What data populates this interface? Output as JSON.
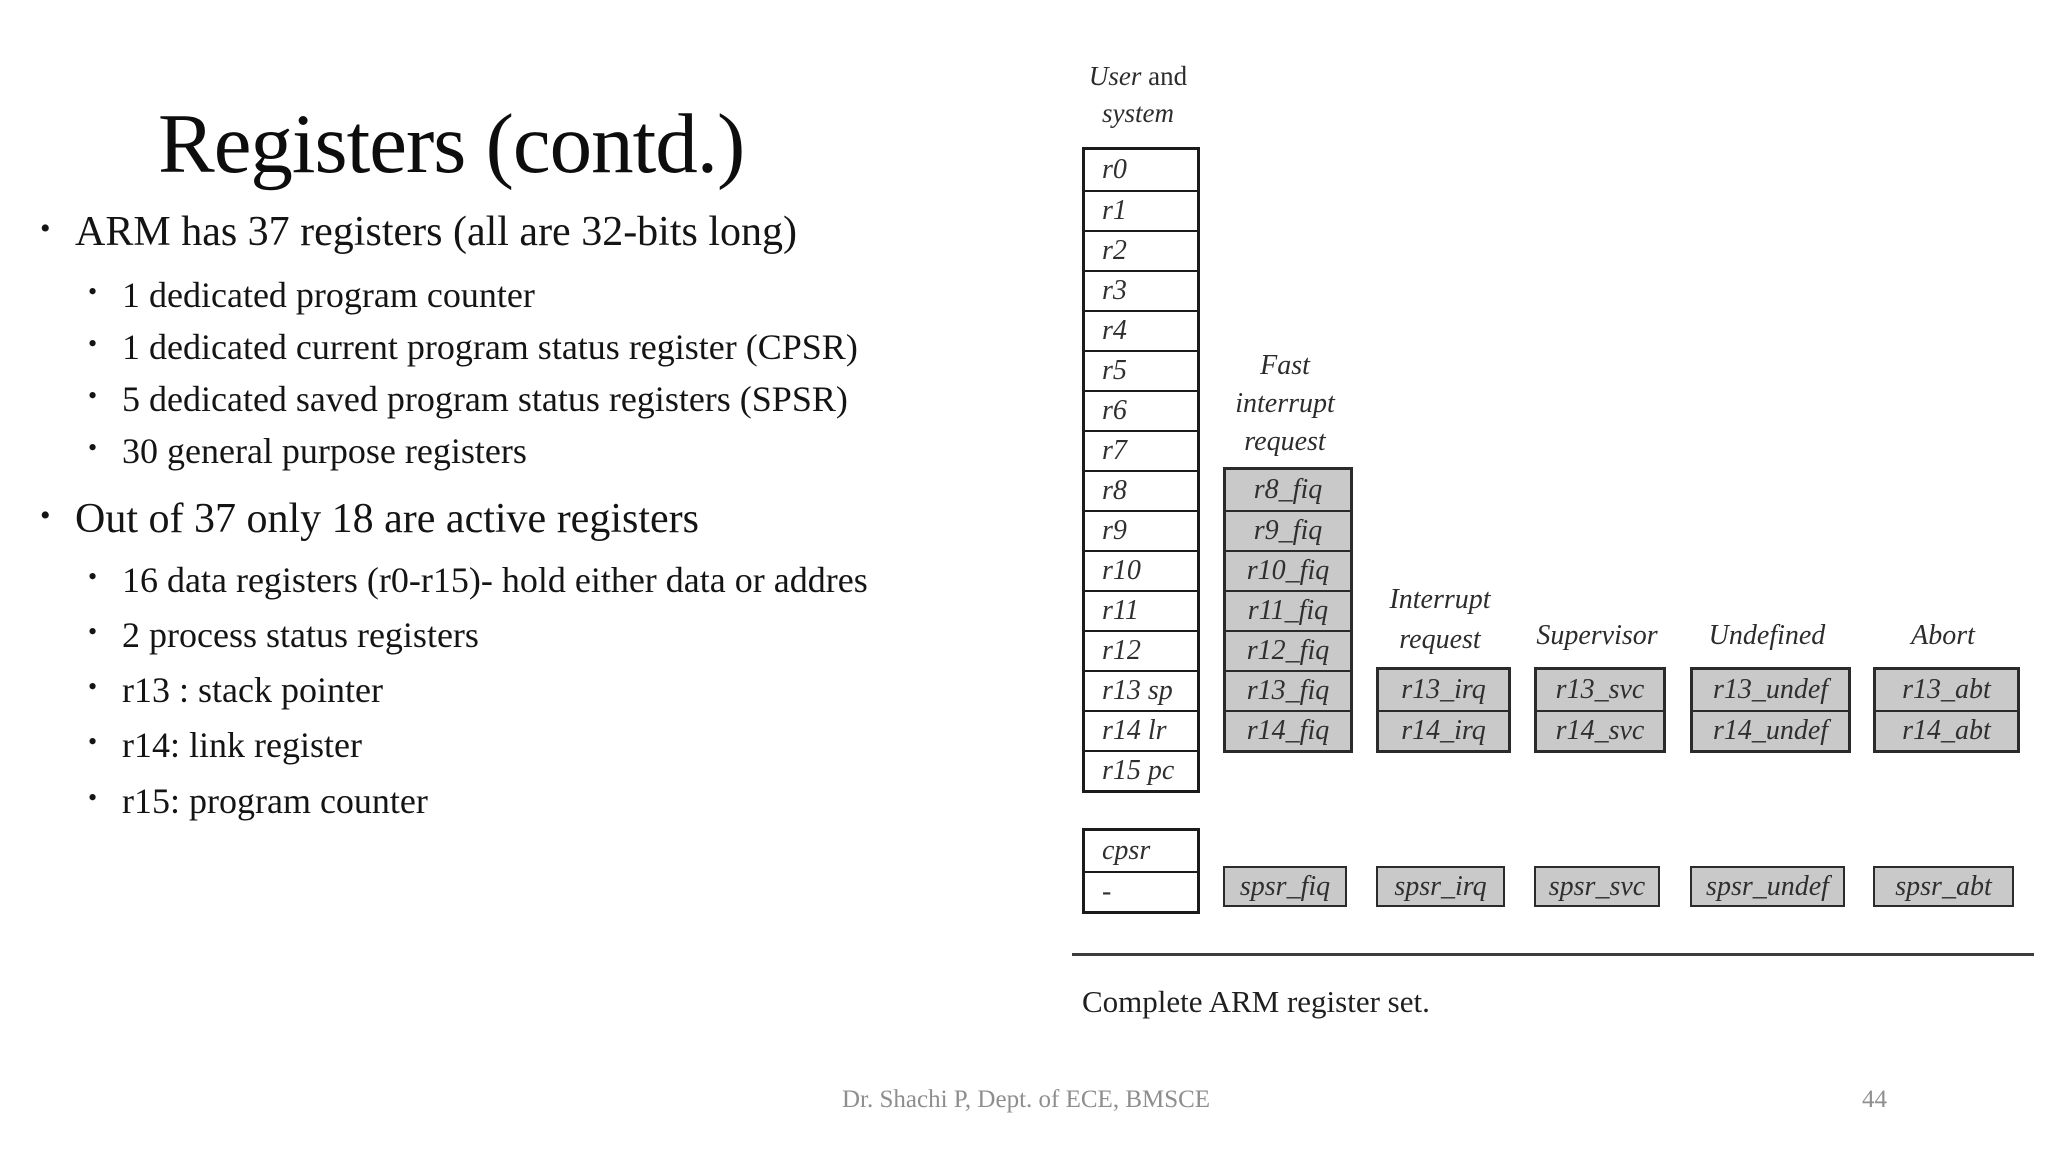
{
  "title": "Registers (contd.)",
  "bullet_char": "•",
  "bullets": [
    {
      "level": 1,
      "text": "ARM has 37 registers (all are 32-bits long)"
    },
    {
      "level": 2,
      "text": "1 dedicated program counter"
    },
    {
      "level": 2,
      "text": "1 dedicated current program status register (CPSR)"
    },
    {
      "level": 2,
      "text": "5 dedicated saved program status registers (SPSR)"
    },
    {
      "level": 2,
      "text": "30 general purpose registers"
    },
    {
      "level": 1,
      "text": "Out of 37 only 18 are active registers"
    },
    {
      "level": 2,
      "text": "16 data registers (r0-r15)- hold either data or addres"
    },
    {
      "level": 2,
      "text": "2 process status registers"
    },
    {
      "level": 2,
      "text": "r13 : stack pointer"
    },
    {
      "level": 2,
      "text": "r14: link register"
    },
    {
      "level": 2,
      "text": "r15: program counter"
    }
  ],
  "diagram": {
    "user_system_header": {
      "line1_italic": "User",
      "line1_roman": " and",
      "line2": "system"
    },
    "user_column": [
      "r0",
      "r1",
      "r2",
      "r3",
      "r4",
      "r5",
      "r6",
      "r7",
      "r8",
      "r9",
      "r10",
      "r11",
      "r12",
      "r13 sp",
      "r14 lr",
      "r15 pc"
    ],
    "fiq_header": [
      "Fast",
      "interrupt",
      "request"
    ],
    "fiq_column": [
      "r8_fiq",
      "r9_fiq",
      "r10_fiq",
      "r11_fiq",
      "r12_fiq",
      "r13_fiq",
      "r14_fiq"
    ],
    "irq_header": [
      "Interrupt",
      "request"
    ],
    "irq_column": [
      "r13_irq",
      "r14_irq"
    ],
    "svc_header": "Supervisor",
    "svc_column": [
      "r13_svc",
      "r14_svc"
    ],
    "undef_header": "Undefined",
    "undef_column": [
      "r13_undef",
      "r14_undef"
    ],
    "abt_header": "Abort",
    "abt_column": [
      "r13_abt",
      "r14_abt"
    ],
    "cpsr_column": [
      "cpsr",
      "-"
    ],
    "spsr_row": [
      "spsr_fiq",
      "spsr_irq",
      "spsr_svc",
      "spsr_undef",
      "spsr_abt"
    ],
    "caption": "Complete ARM register set."
  },
  "footer": {
    "credit": "Dr. Shachi P, Dept. of ECE, BMSCE",
    "page_number": "44"
  },
  "colors": {
    "cell_gray": "#c9c9c9",
    "cell_border": "#2b2b2b",
    "footer_gray": "#8e8e8e"
  }
}
